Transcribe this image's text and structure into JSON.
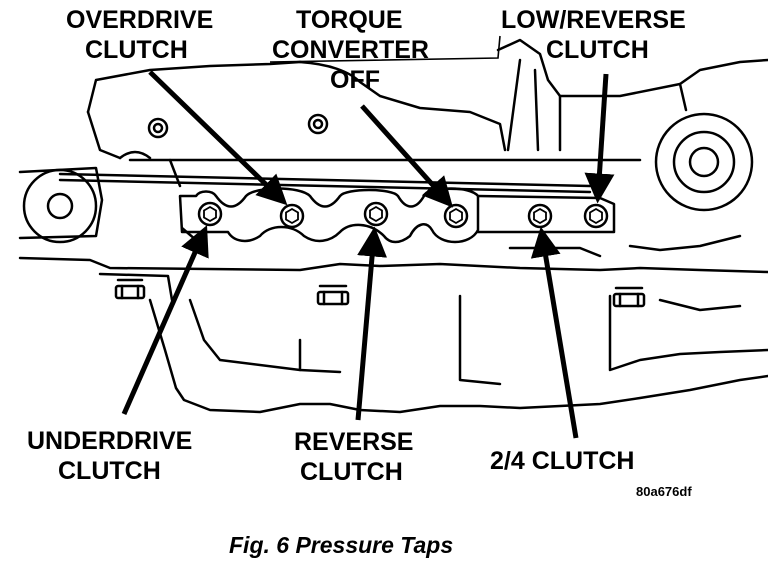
{
  "labels": {
    "overdrive_clutch": [
      "OVERDRIVE",
      "CLUTCH"
    ],
    "torque_converter_off": [
      "TORQUE",
      "CONVERTER",
      "OFF"
    ],
    "low_reverse_clutch": [
      "LOW/REVERSE",
      "CLUTCH"
    ],
    "underdrive_clutch": [
      "UNDERDRIVE",
      "CLUTCH"
    ],
    "reverse_clutch": [
      "REVERSE",
      "CLUTCH"
    ],
    "two_four_clutch": "2/4 CLUTCH"
  },
  "figure_code": "80a676df",
  "caption": "Fig. 6 Pressure Taps"
}
